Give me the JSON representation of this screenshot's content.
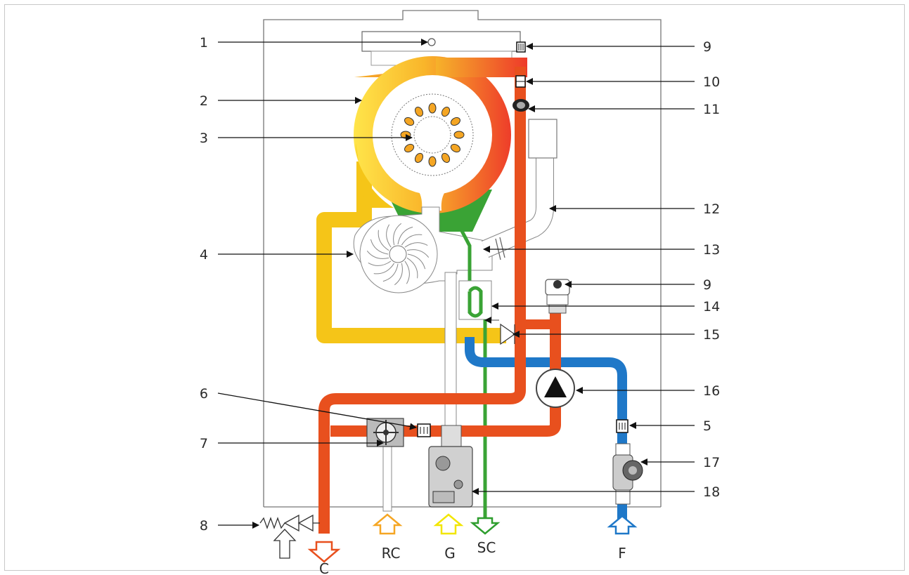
{
  "callouts_left": [
    {
      "id": "c1",
      "label": "1"
    },
    {
      "id": "c2",
      "label": "2"
    },
    {
      "id": "c3",
      "label": "3"
    },
    {
      "id": "c4",
      "label": "4"
    },
    {
      "id": "c6",
      "label": "6"
    },
    {
      "id": "c7",
      "label": "7"
    },
    {
      "id": "c8",
      "label": "8"
    }
  ],
  "callouts_right": [
    {
      "id": "c9a",
      "label": "9"
    },
    {
      "id": "c10",
      "label": "10"
    },
    {
      "id": "c11",
      "label": "11"
    },
    {
      "id": "c12",
      "label": "12"
    },
    {
      "id": "c13",
      "label": "13"
    },
    {
      "id": "c9b",
      "label": "9"
    },
    {
      "id": "c14",
      "label": "14"
    },
    {
      "id": "c15",
      "label": "15"
    },
    {
      "id": "c16",
      "label": "16"
    },
    {
      "id": "c5",
      "label": "5"
    },
    {
      "id": "c17",
      "label": "17"
    },
    {
      "id": "c18",
      "label": "18"
    }
  ],
  "connections": [
    {
      "id": "C",
      "label": "C",
      "color": "#e8501e"
    },
    {
      "id": "RC",
      "label": "RC",
      "color": "#f5a623"
    },
    {
      "id": "G",
      "label": "G",
      "color": "#f2e600"
    },
    {
      "id": "SC",
      "label": "SC",
      "color": "#2e9e2e"
    },
    {
      "id": "F",
      "label": "F",
      "color": "#1f78c8"
    }
  ],
  "colors": {
    "hot_water": "#e8501e",
    "cold_water": "#1f78c8",
    "gas": "#f5c518",
    "condensate": "#3aa335",
    "return": "#f5a623"
  }
}
